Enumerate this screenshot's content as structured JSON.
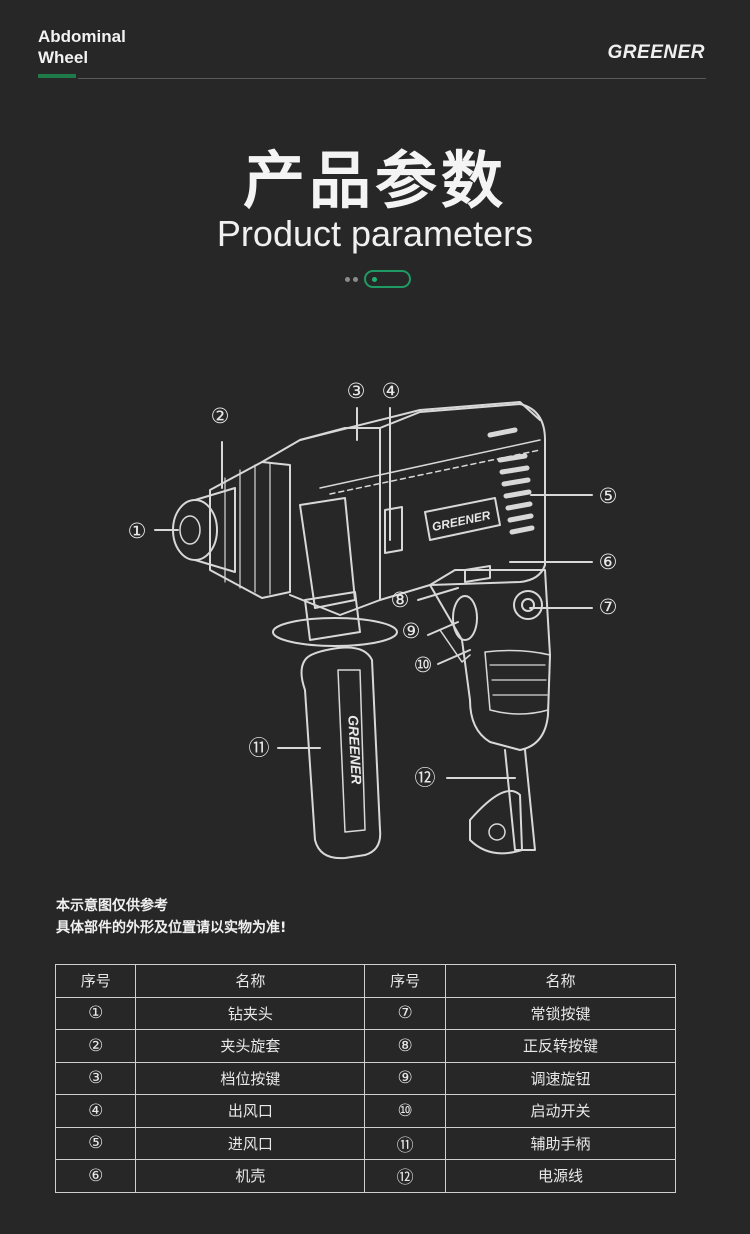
{
  "header": {
    "title_line1": "Abdominal",
    "title_line2": "Wheel",
    "brand": "GREENER"
  },
  "title": {
    "cn": "产品参数",
    "en": "Product parameters"
  },
  "diagram": {
    "callouts": [
      "①",
      "②",
      "③",
      "④",
      "⑤",
      "⑥",
      "⑦",
      "⑧",
      "⑨",
      "⑩",
      "⑪",
      "⑫"
    ],
    "body_logo": "GREENER",
    "handle_logo": "GREENER"
  },
  "note": {
    "line1": "本示意图仅供参考",
    "line2": "具体部件的外形及位置请以实物为准!"
  },
  "table": {
    "headers": [
      "序号",
      "名称",
      "序号",
      "名称"
    ],
    "rows": [
      [
        "①",
        "钻夹头",
        "⑦",
        "常锁按键"
      ],
      [
        "②",
        "夹头旋套",
        "⑧",
        "正反转按键"
      ],
      [
        "③",
        "档位按键",
        "⑨",
        "调速旋钮"
      ],
      [
        "④",
        "出风口",
        "⑩",
        "启动开关"
      ],
      [
        "⑤",
        "进风口",
        "⑪",
        "辅助手柄"
      ],
      [
        "⑥",
        "机壳",
        "⑫",
        "电源线"
      ]
    ]
  },
  "colors": {
    "background": "#272727",
    "accent": "#1f9a64"
  }
}
